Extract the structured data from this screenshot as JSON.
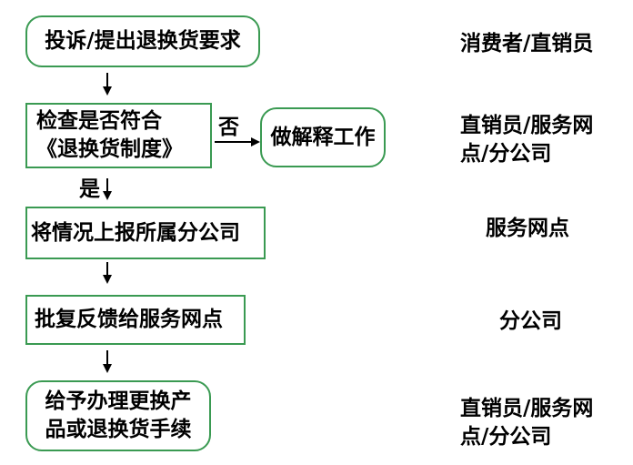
{
  "nodes": {
    "complaint": "投诉/提出退换货要求",
    "check_line1": "检查是否符合",
    "check_line2": "《退换货制度》",
    "explain": "做解释工作",
    "report": "将情况上报所属分公司",
    "approve": "批复反馈给服务网点",
    "handle_line1": "给予办理更换产",
    "handle_line2": "品或退换货手续"
  },
  "labels": {
    "no": "否",
    "yes": "是"
  },
  "roles": {
    "r1": "消费者/直销员",
    "r2_line1": "直销员/服务网",
    "r2_line2": "点/分公司",
    "r3": "服务网点",
    "r4": "分公司",
    "r5_line1": "直销员/服务网",
    "r5_line2": "点/分公司"
  },
  "colors": {
    "border": "#3a9a52",
    "arrow": "#000000"
  }
}
